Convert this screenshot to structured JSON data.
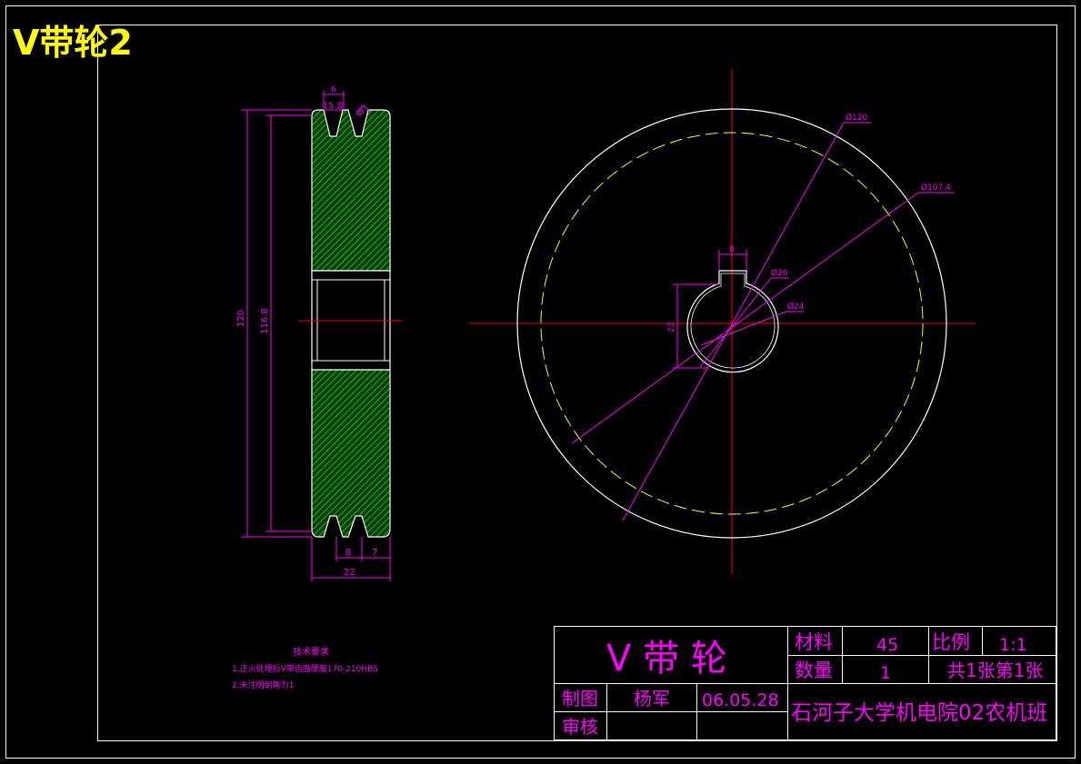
{
  "sheet_title": "V带轮2",
  "colors": {
    "background": "#000000",
    "outline": "#ffffff",
    "dimension": "#ff00ff",
    "centerline": "#ff0000",
    "hatch": "#00ff00",
    "pitch_circle": "#ffff00",
    "title": "#ffff00"
  },
  "section_view": {
    "dims": {
      "groove_top_width": "6",
      "groove_bottom": "5.3",
      "groove_angle": "38°",
      "outer_height": "120",
      "pitch_height": "116.8",
      "groove_pitch": "8",
      "edge": "7",
      "total_width": "22"
    }
  },
  "front_view": {
    "dims": {
      "outer_dia": "Ø120",
      "pitch_dia": "Ø107.4",
      "hub_dia": "Ø26",
      "bore_dia": "Ø24",
      "keyway_width": "8",
      "keyway_depth": "23"
    }
  },
  "notes": {
    "heading": "技术要求",
    "items": [
      "1.正火处理后V带齿面硬度170-210HBS",
      "2.未注明倒角为1"
    ]
  },
  "title_block": {
    "part_name": "V 带 轮",
    "material_label": "材料",
    "material_value": "45",
    "scale_label": "比例",
    "scale_value": "1:1",
    "quantity_label": "数量",
    "quantity_value": "1",
    "sheets": "共1张第1张",
    "drawn_label": "制图",
    "drawn_by": "杨军",
    "date": "06.05.28",
    "checked_label": "审核",
    "organization": "石河子大学机电院02农机班"
  }
}
